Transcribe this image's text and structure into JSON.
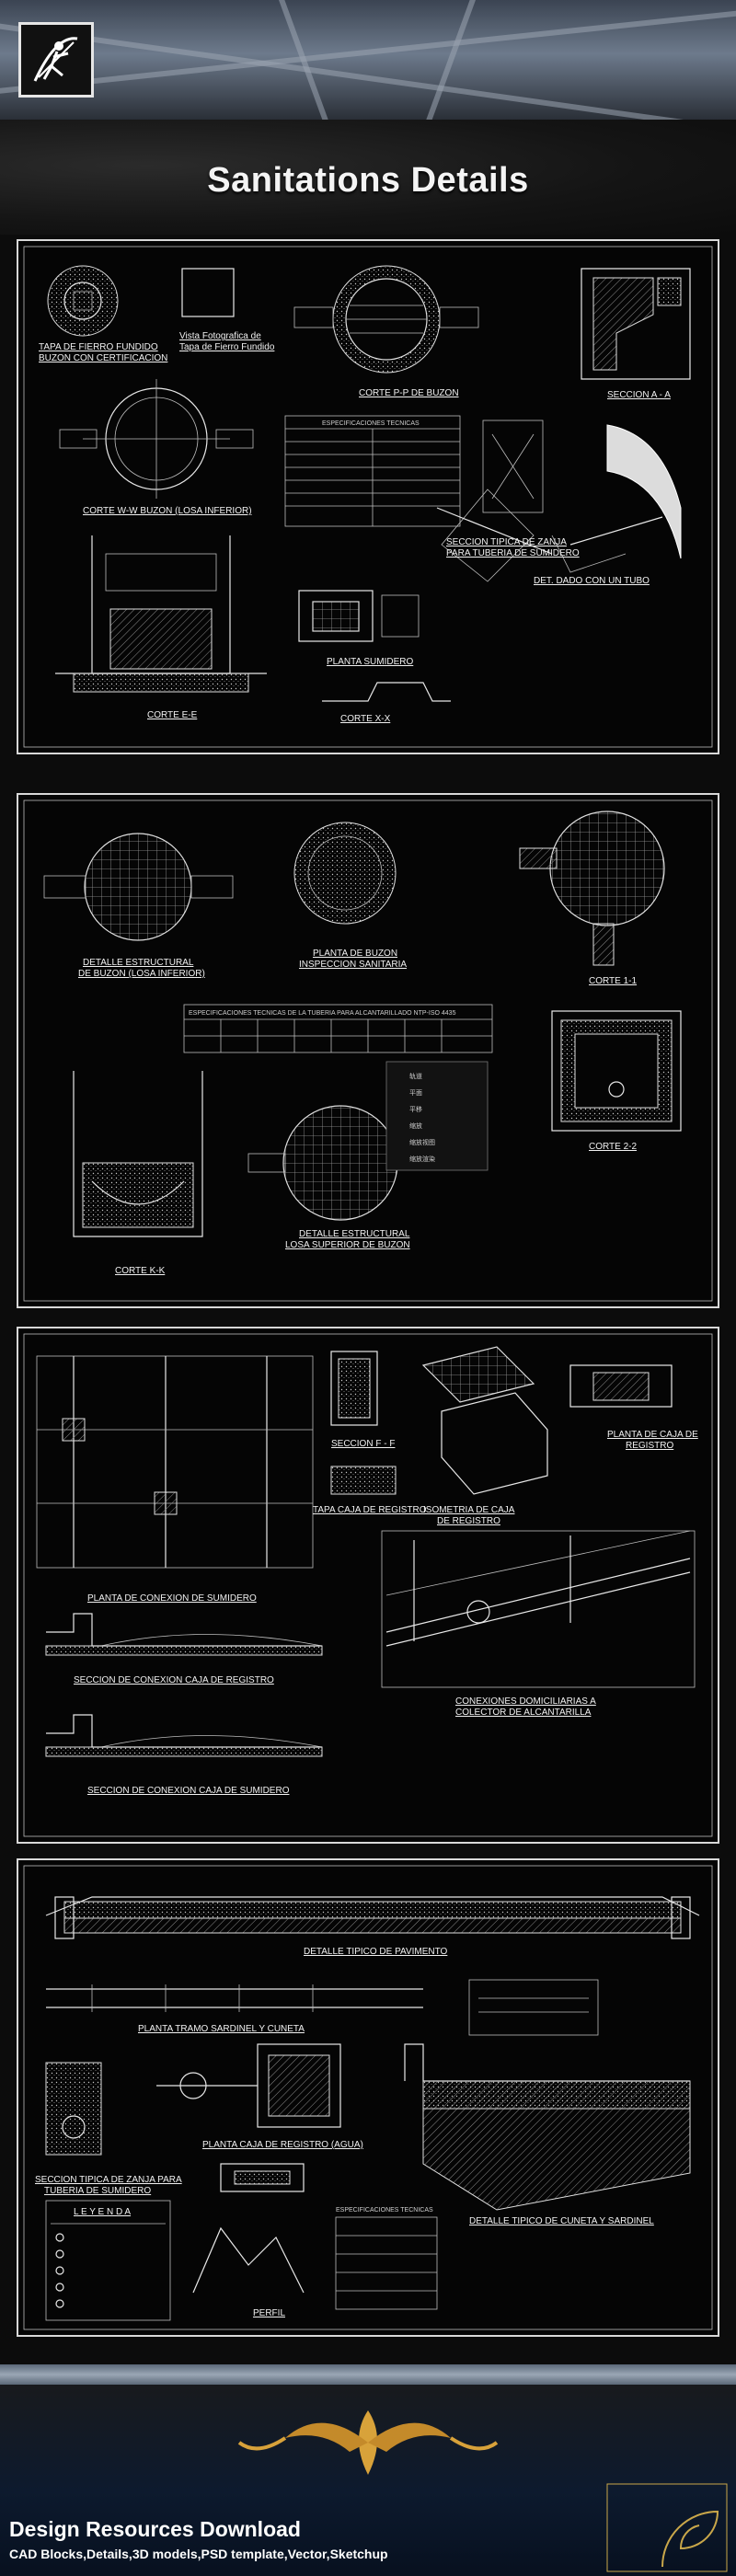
{
  "header": {
    "title": "Sanitations Details",
    "logo_icon": "archer-logo-icon"
  },
  "panels": [
    {
      "labels": {
        "tapa": "TAPA DE FIERRO FUNDIDO",
        "tapa2": "BUZON CON CERTIFICACION",
        "vista": "Vista Fotografica de",
        "vista2": "Tapa de Fierro Fundido",
        "corte_pp": "CORTE P-P  DE BUZON",
        "seccion_aa": "SECCION A - A",
        "corte_ww": "CORTE  W-W  BUZON (LOSA INFERIOR)",
        "esp": "ESPECIFICACIONES TECNICAS",
        "zanja": "SECCION TIPICA DE ZANJA",
        "zanja2": "PARA TUBERIA DE SUMIDERO",
        "dado": "DET. DADO CON UN TUBO",
        "planta_sum": "PLANTA SUMIDERO",
        "corte_ee": "CORTE E-E",
        "corte_xx": "CORTE X-X"
      }
    },
    {
      "labels": {
        "det_estr": "DETALLE ESTRUCTURAL",
        "det_estr2": "DE BUZON (LOSA INFERIOR)",
        "planta_buzon": "PLANTA DE BUZON",
        "planta_buzon2": "INSPECCION SANITARIA",
        "corte_11": "CORTE 1-1",
        "esp_tub": "ESPECIFICACIONES TECNICAS DE LA TUBERIA PARA ALCANTARILLADO NTP-ISO 4435",
        "corte_22": "CORTE 2-2",
        "corte_kk": "CORTE K-K",
        "det_losa": "DETALLE ESTRUCTURAL",
        "det_losa2": "LOSA SUPERIOR DE BUZON",
        "menu": [
          "轨道",
          "平面",
          "平移",
          "缩放",
          "缩放视图",
          "缩放渲染"
        ]
      }
    },
    {
      "labels": {
        "seccion_ff": "SECCION F - F",
        "planta_caja": "PLANTA DE CAJA DE",
        "planta_caja2": "REGISTRO",
        "tapa_caja": "TAPA CAJA DE REGISTRO",
        "isometria": "ISOMETRIA DE CAJA",
        "isometria2": "DE REGISTRO",
        "planta_con": "PLANTA DE CONEXION DE SUMIDERO",
        "con_dom": "CONEXIONES DOMICILIARIAS A",
        "con_dom2": "COLECTOR DE ALCANTARILLA",
        "sec_con_caja": "SECCION DE CONEXION CAJA DE REGISTRO",
        "sec_con_sum": "SECCION DE CONEXION CAJA DE SUMIDERO"
      }
    },
    {
      "labels": {
        "det_pav": "DETALLE TIPICO DE PAVIMENTO",
        "tramo": "PLANTA TRAMO SARDINEL Y CUNETA",
        "zanja": "SECCION TIPICA DE ZANJA PARA",
        "zanja2": "TUBERIA DE SUMIDERO",
        "caja_agua": "PLANTA CAJA DE REGISTRO (AGUA)",
        "cuneta": "DETALLE TIPICO DE CUNETA Y SARDINEL",
        "leyenda": "L E Y E N D A",
        "esp": "ESPECIFICACIONES TECNICAS",
        "perfil": "PERFIL"
      }
    }
  ],
  "footer": {
    "title": "Design Resources Download",
    "subtitle": "CAD Blocks,Details,3D models,PSD template,Vector,Sketchup"
  }
}
